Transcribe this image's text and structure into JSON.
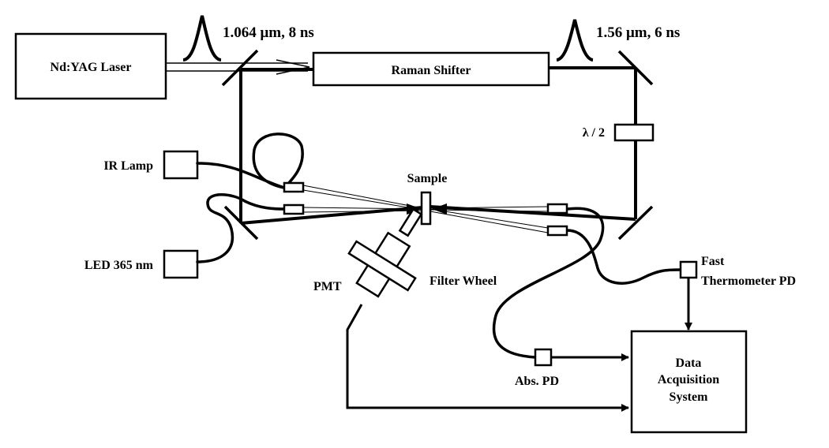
{
  "components": {
    "laser": "Nd:YAG Laser",
    "raman_shifter": "Raman Shifter",
    "pulse_1": "1.064 μm, 8 ns",
    "pulse_2": "1.56 μm, 6 ns",
    "half_wave_plate": "λ / 2",
    "ir_lamp": "IR Lamp",
    "led": "LED 365 nm",
    "sample": "Sample",
    "pmt": "PMT",
    "filter_wheel": "Filter Wheel",
    "fast_thermometer_pd_line1": "Fast",
    "fast_thermometer_pd_line2": "Thermometer PD",
    "abs_pd": "Abs. PD",
    "daq_line1": "Data",
    "daq_line2": "Acquisition",
    "daq_line3": "System"
  }
}
